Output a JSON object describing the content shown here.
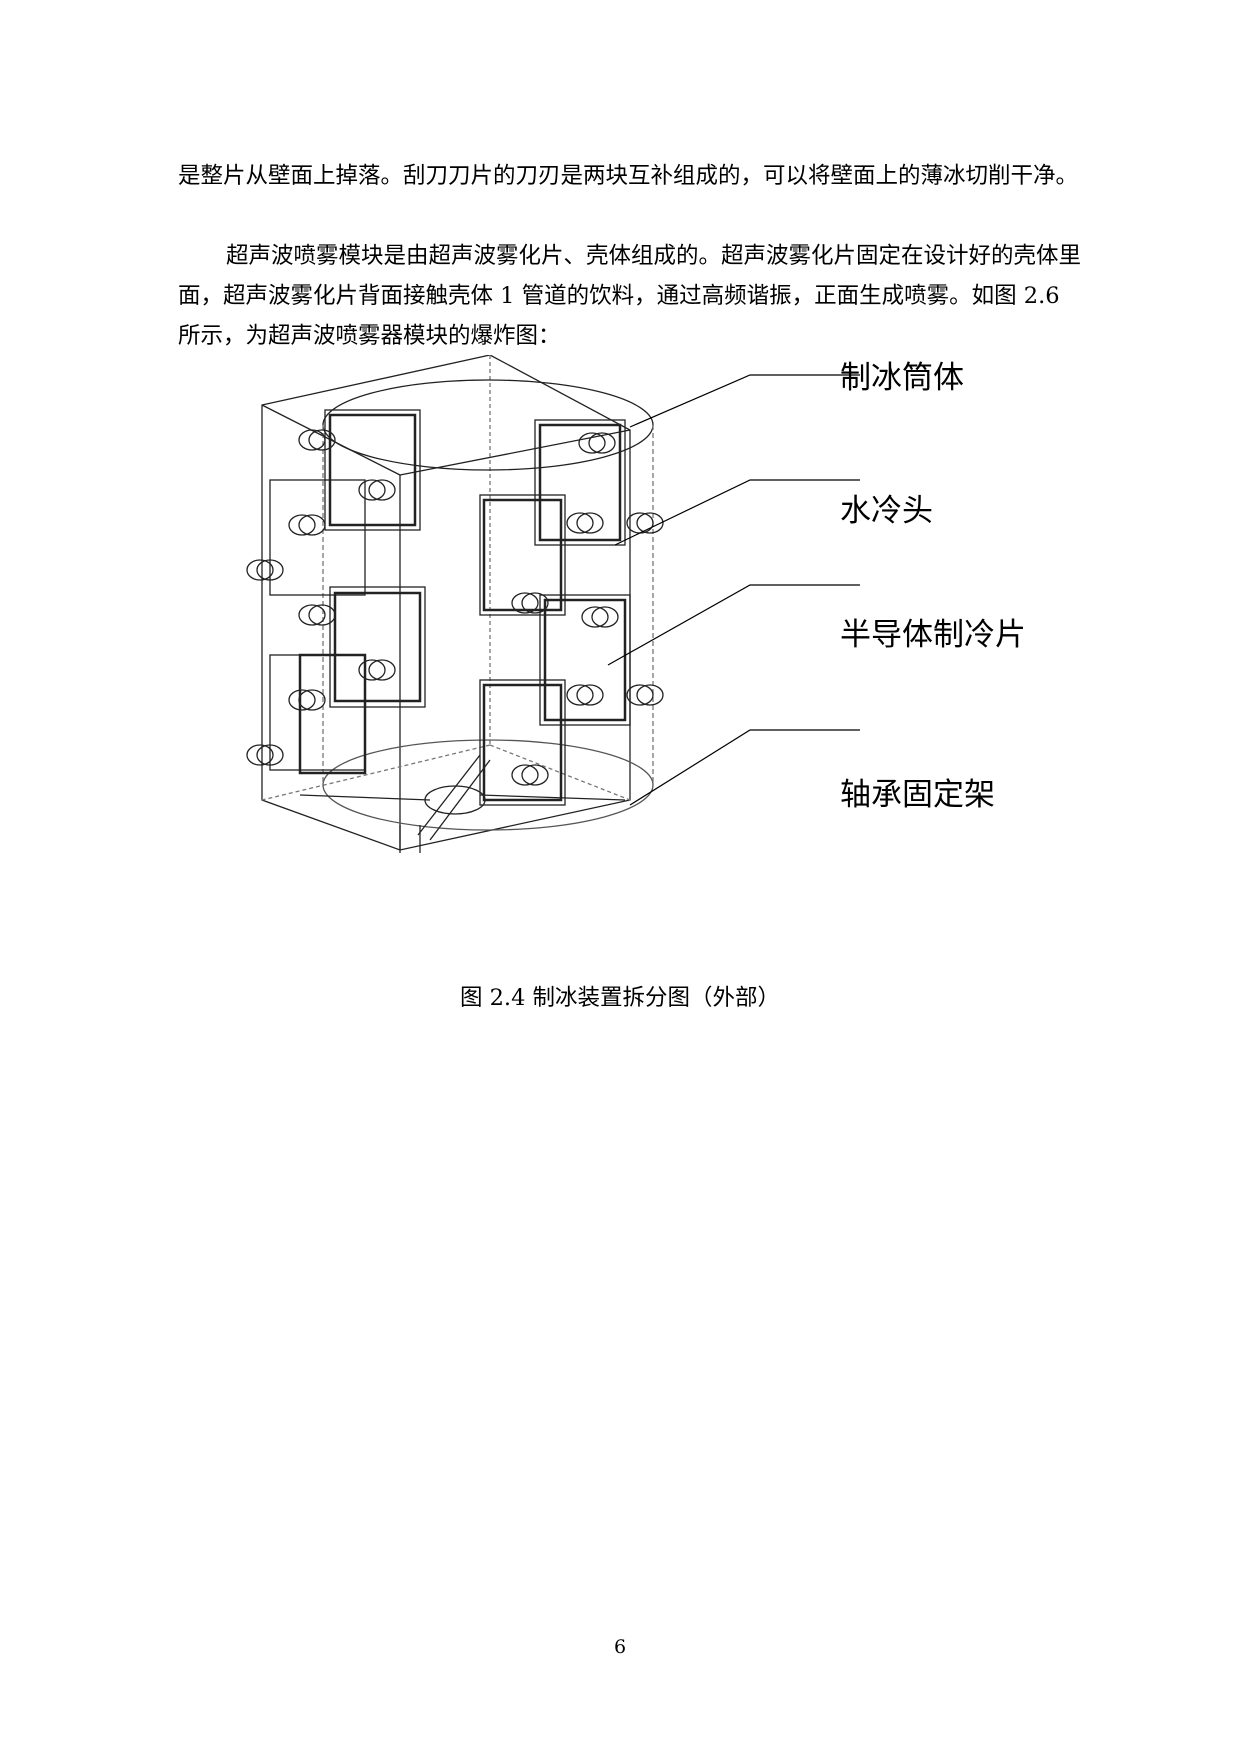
{
  "body": {
    "paragraph_1": "是整片从壁面上掉落。刮刀刀片的刀刃是两块互补组成的，可以将壁面上的薄冰切削干净。",
    "paragraph_2": "超声波喷雾模块是由超声波雾化片、壳体组成的。超声波雾化片固定在设计好的壳体里面，超声波雾化片背面接触壳体 1 管道的饮料，通过高频谐振，正面生成喷雾。如图 2.6 所示，为超声波喷雾器模块的爆炸图："
  },
  "figure": {
    "labels": [
      "制冰筒体",
      "水冷头",
      "半导体制冷片",
      "轴承固定架"
    ],
    "caption": "图 2.4 制冰装置拆分图（外部）"
  },
  "page_number": "6"
}
